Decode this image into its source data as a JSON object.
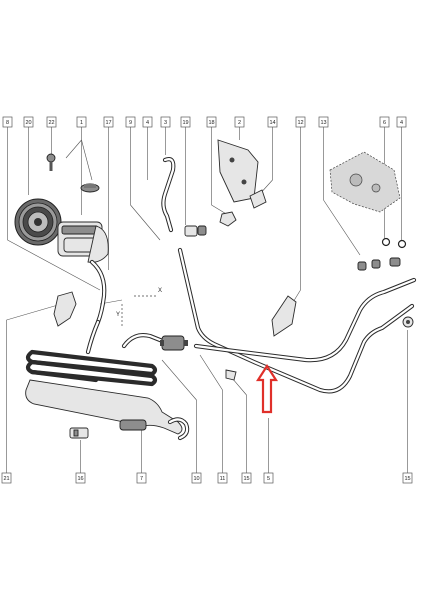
{
  "callouts_top": [
    "8",
    "20",
    "22",
    "1",
    "17",
    "9",
    "4",
    "3",
    "19",
    "18",
    "2",
    "14",
    "12",
    "13",
    "6",
    "4"
  ],
  "callouts_bottom": [
    "21",
    "16",
    "7",
    "10",
    "11",
    "15",
    "5",
    "15"
  ],
  "axis_labels": {
    "x": "X",
    "y": "Y"
  },
  "colors": {
    "highlight_arrow": "#e0302a",
    "line": "#2b2b2b"
  }
}
